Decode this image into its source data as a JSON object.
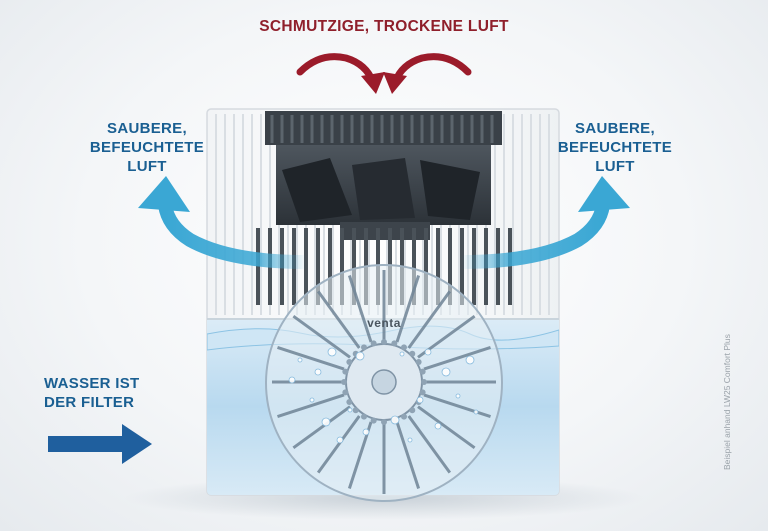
{
  "labels": {
    "top": "SCHMUTZIGE, TROCKENE LUFT",
    "left": {
      "line1": "SAUBERE,",
      "line2": "BEFEUCHTETE LUFT"
    },
    "right": {
      "line1": "SAUBERE,",
      "line2": "BEFEUCHTETE LUFT"
    },
    "water": {
      "line1": "WASSER IST",
      "line2": "DER FILTER"
    }
  },
  "brand": "venta",
  "credit": "Beispiel anhand LW25 Comfort Plus",
  "colors": {
    "dirty_air": "#9b1b2a",
    "clean_air": "#3aa7d4",
    "water_arrow": "#1f5f9e",
    "label_blue": "#1a5f92",
    "label_red": "#8f1f2b"
  },
  "icons": {
    "dirty_air": "curved-down-arrow-icon",
    "clean_air": "curved-up-arrow-icon",
    "water": "right-arrow-icon"
  }
}
